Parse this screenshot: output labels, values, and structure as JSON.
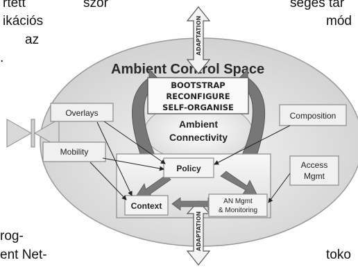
{
  "text_fragments": {
    "top_left_1": "rtett",
    "top_left_2": "ször",
    "top_right_1": "séges tar",
    "left_2": "ikációs",
    "right_2": "mód",
    "left_3": "az",
    "left_4": ".",
    "bottom_left_1": "rog-",
    "bottom_left_2": "ent Net-",
    "bottom_right": "toko"
  },
  "diagram": {
    "title": "Ambient Control Space",
    "bootstrap_lines": [
      "BOOTSTRAP",
      "RECONFIGURE",
      "SELF-ORGANISE"
    ],
    "connectivity_lines": [
      "Ambient",
      "Connectivity"
    ],
    "adaptation_top": "ADAPTATION",
    "adaptation_bottom": "ADAPTATION",
    "boxes": {
      "overlays": "Overlays",
      "mobility": "Mobility",
      "composition": "Composition",
      "access_line1": "Access",
      "access_line2": "Mgmt",
      "policy": "Policy",
      "context": "Context",
      "anmgmt_line1": "AN Mgmt",
      "anmgmt_line2": "& Monitoring"
    },
    "colors": {
      "ellipse": "#e0e0e0",
      "box_fill": "#f0f0f0",
      "box_stroke": "#8a8a8a",
      "arrow_gray": "#7a7a7a"
    }
  }
}
